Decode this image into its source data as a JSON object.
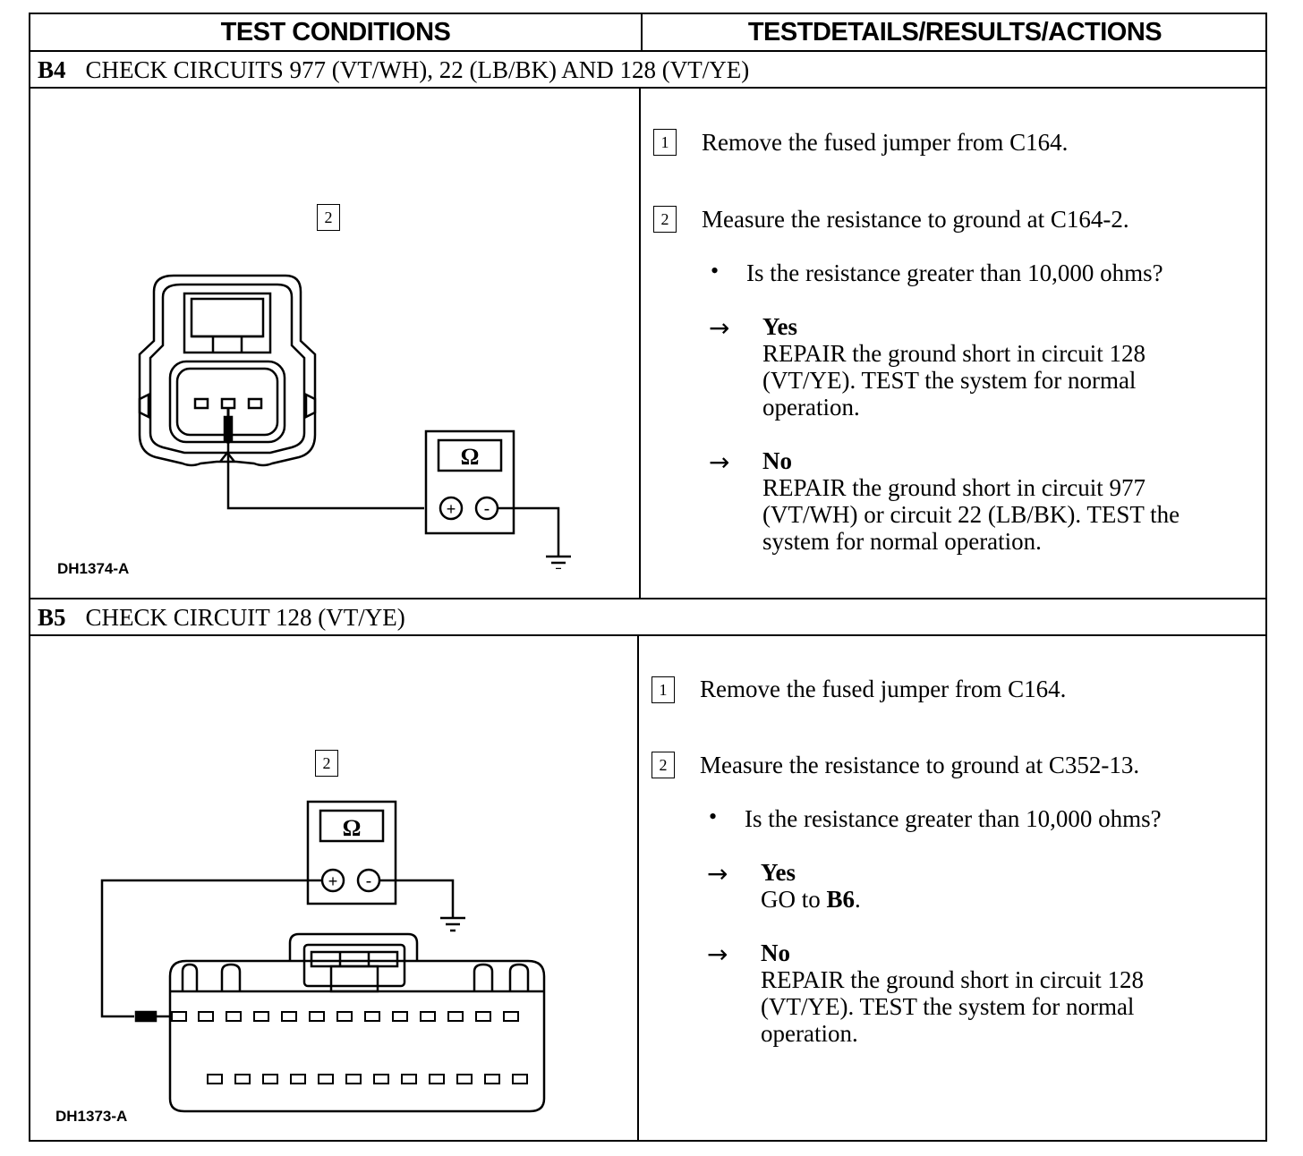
{
  "header": {
    "left": "TEST CONDITIONS",
    "right": "TESTDETAILS/RESULTS/ACTIONS"
  },
  "steps": [
    {
      "id": "B4",
      "title": "CHECK CIRCUITS 977 (VT/WH), 22 (LB/BK) AND 128 (VT/YE)",
      "figure": {
        "label": "DH1374-A",
        "step_marker": "2",
        "meter_symbol": "Ω",
        "plus": "+",
        "minus": "-"
      },
      "actions": [
        {
          "num": "1",
          "text": "Remove the fused jumper from C164."
        },
        {
          "num": "2",
          "text": "Measure the resistance to ground at C164-2."
        }
      ],
      "question": "Is the resistance greater than 10,000 ohms?",
      "results": [
        {
          "arrow": "→",
          "answer": "Yes",
          "text": "REPAIR the ground short in circuit 128\n(VT/YE). TEST the system for normal\noperation."
        },
        {
          "arrow": "→",
          "answer": "No",
          "text": "REPAIR the ground short in circuit 977\n(VT/WH) or circuit 22 (LB/BK). TEST the\nsystem for normal operation."
        }
      ]
    },
    {
      "id": "B5",
      "title": "CHECK CIRCUIT 128 (VT/YE)",
      "figure": {
        "label": "DH1373-A",
        "step_marker": "2",
        "meter_symbol": "Ω",
        "plus": "+",
        "minus": "-"
      },
      "actions": [
        {
          "num": "1",
          "text": "Remove the fused jumper from C164."
        },
        {
          "num": "2",
          "text": "Measure the resistance to ground at C352-13."
        }
      ],
      "question": "Is the resistance greater than 10,000 ohms?",
      "results": [
        {
          "arrow": "→",
          "answer": "Yes",
          "text_prefix": "GO to ",
          "text_bold": "B6",
          "text_suffix": "."
        },
        {
          "arrow": "→",
          "answer": "No",
          "text": "REPAIR the ground short in circuit 128\n(VT/YE). TEST the system for normal\noperation."
        }
      ]
    }
  ]
}
